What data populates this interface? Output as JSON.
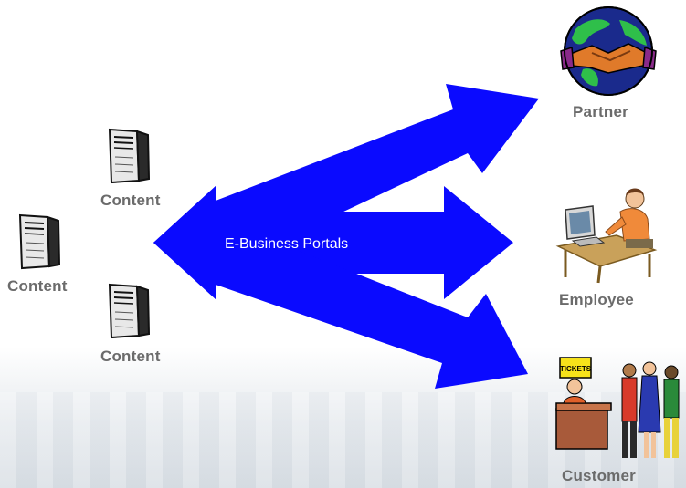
{
  "center": {
    "label": "E-Business Portals"
  },
  "servers": [
    {
      "label": "Content"
    },
    {
      "label": "Content"
    },
    {
      "label": "Content"
    }
  ],
  "partner": {
    "label": "Partner"
  },
  "employee": {
    "label": "Employee"
  },
  "customer": {
    "label": "Customer",
    "sign_text": "TICKETS"
  },
  "colors": {
    "arrow": "#0a0aff",
    "label": "#6b6b6b"
  }
}
